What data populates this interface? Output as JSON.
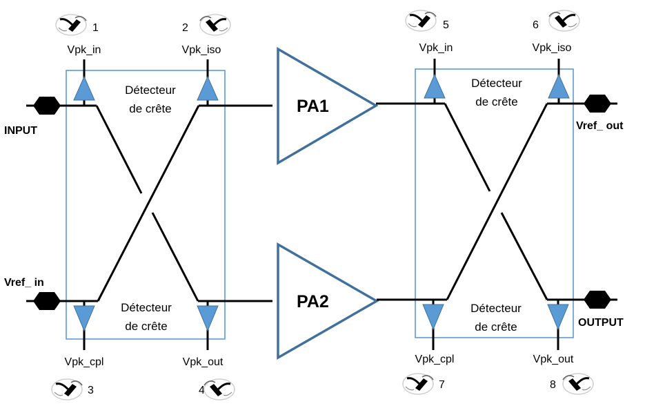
{
  "couplers": [
    {
      "id": "input",
      "detector_top": "Détecteur de crête",
      "detector_top_lines": [
        "Détecteur",
        "de crête"
      ],
      "detector_bottom_lines": [
        "Détecteur",
        "de crête"
      ],
      "ports": {
        "top_left": "INPUT",
        "bottom_left": "Vref_ in"
      },
      "probes": [
        {
          "num": "1",
          "label": "Vpk_in"
        },
        {
          "num": "2",
          "label": "Vpk_iso"
        },
        {
          "num": "3",
          "label": "Vpk_cpl"
        },
        {
          "num": "4",
          "label": "Vpk_out"
        }
      ]
    },
    {
      "id": "output",
      "detector_top_lines": [
        "Détecteur",
        "de crête"
      ],
      "detector_bottom_lines": [
        "Détecteur",
        "de crête"
      ],
      "ports": {
        "top_right": "Vref_ out",
        "bottom_right": "OUTPUT"
      },
      "probes": [
        {
          "num": "5",
          "label": "Vpk_in"
        },
        {
          "num": "6",
          "label": "Vpk_iso"
        },
        {
          "num": "7",
          "label": "Vpk_cpl"
        },
        {
          "num": "8",
          "label": "Vpk_out"
        }
      ]
    }
  ],
  "amplifiers": [
    {
      "label": "PA1"
    },
    {
      "label": "PA2"
    }
  ],
  "icons": {
    "probe": "probe-clip-icon",
    "port": "port-connector-icon",
    "detector": "detector-triangle-icon"
  },
  "colors": {
    "box": "#5b9bd5",
    "detector_fill": "#5b9bd5",
    "amplifier_outline": "#41709c"
  }
}
